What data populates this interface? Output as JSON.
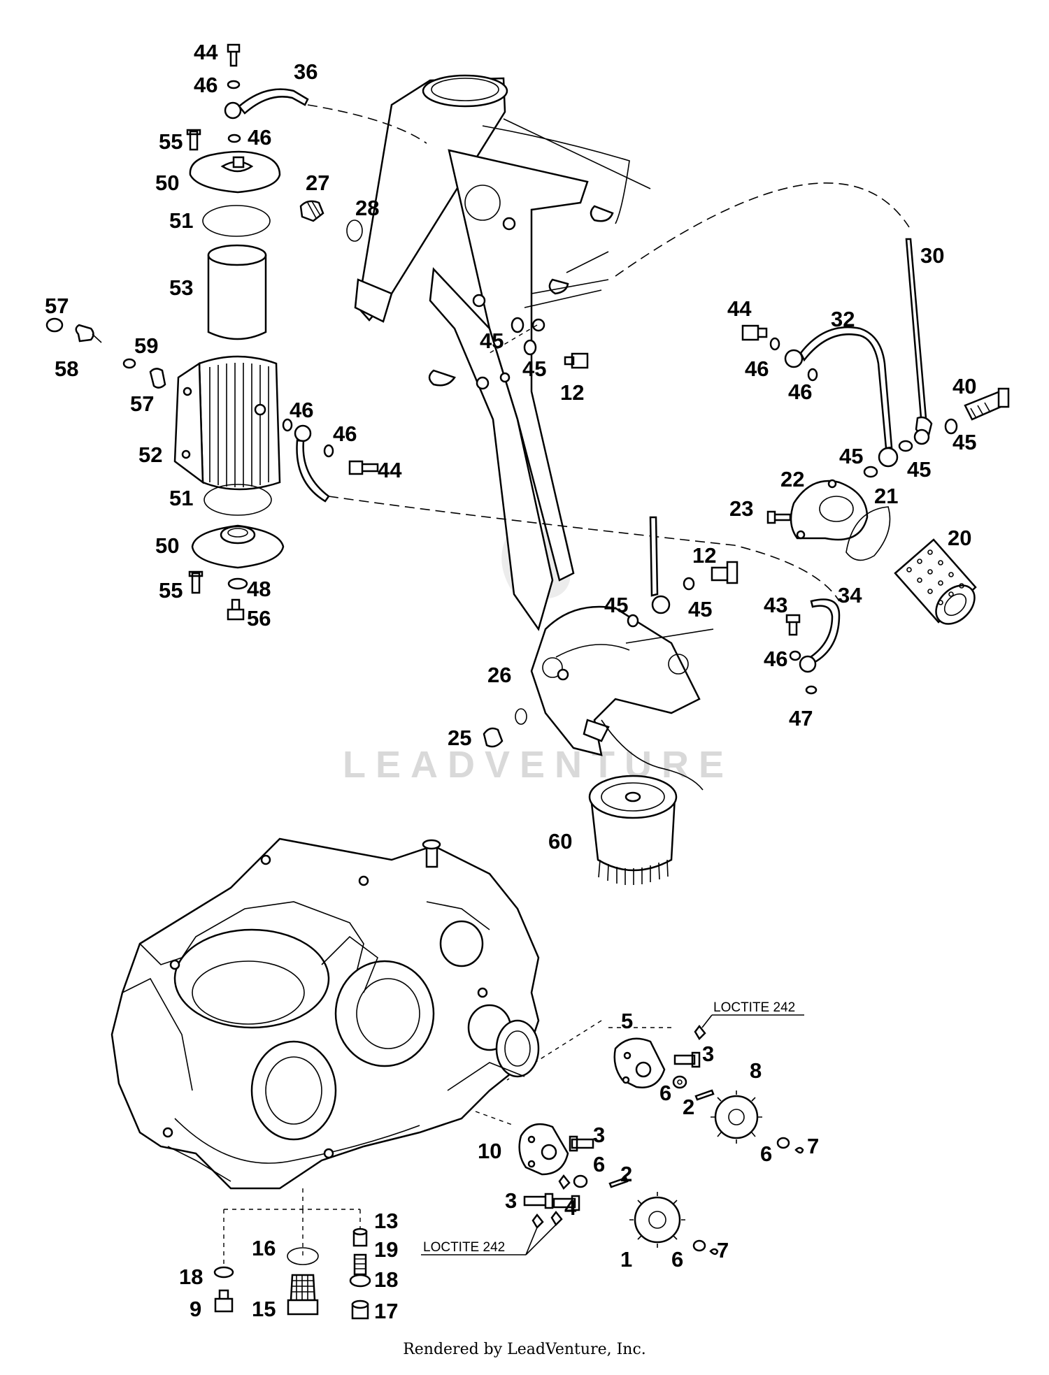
{
  "diagram": {
    "callouts": [
      "44",
      "46",
      "36",
      "55",
      "46",
      "50",
      "27",
      "28",
      "51",
      "53",
      "57",
      "58",
      "59",
      "57",
      "52",
      "46",
      "46",
      "44",
      "51",
      "50",
      "55",
      "48",
      "56",
      "45",
      "45",
      "12",
      "30",
      "44",
      "32",
      "46",
      "46",
      "40",
      "45",
      "45",
      "45",
      "22",
      "21",
      "23",
      "20",
      "12",
      "45",
      "45",
      "43",
      "34",
      "46",
      "47",
      "26",
      "25",
      "60",
      "5",
      "3",
      "8",
      "6",
      "2",
      "6",
      "7",
      "10",
      "3",
      "6",
      "2",
      "3",
      "4",
      "7",
      "6",
      "1",
      "13",
      "16",
      "19",
      "18",
      "18",
      "9",
      "15",
      "17"
    ],
    "notes": [
      "LOCTITE 242",
      "LOCTITE 242"
    ],
    "watermark": "LEADVENTURE"
  },
  "footer": {
    "text": "Rendered by LeadVenture, Inc."
  }
}
